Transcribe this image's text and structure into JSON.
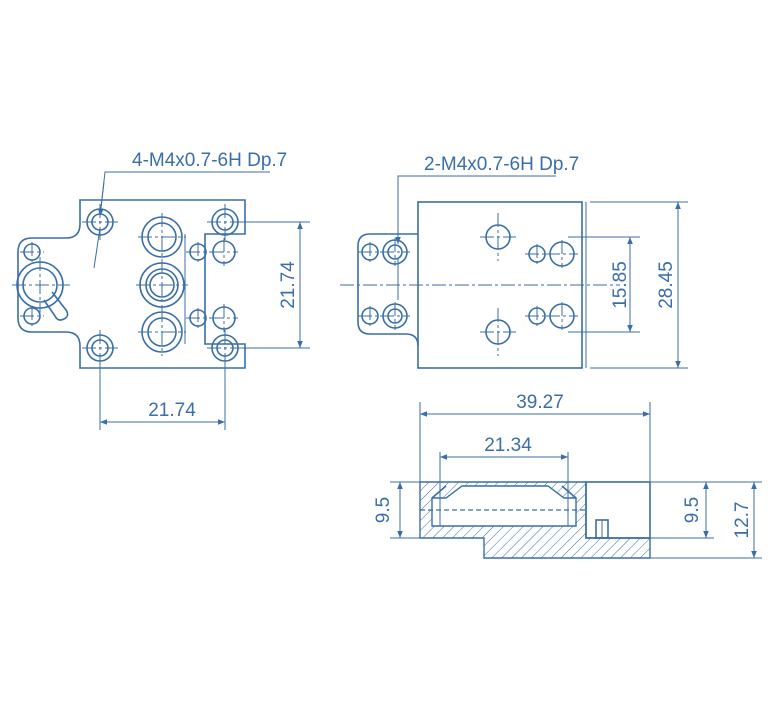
{
  "colors": {
    "line": "#3a6ea8",
    "background": "#ffffff"
  },
  "front_view": {
    "callout": "4-M4x0.7-6H Dp.7",
    "dim_vertical": "21.74",
    "dim_horizontal": "21.74"
  },
  "side_view": {
    "callout": "2-M4x0.7-6H Dp.7",
    "dim_inner": "15.85",
    "dim_outer": "28.45"
  },
  "section_view": {
    "dim_overall_width": "39.27",
    "dim_slot_width": "21.34",
    "dim_left_height": "9.5",
    "dim_right_height": "9.5",
    "dim_total_height": "12.7"
  }
}
